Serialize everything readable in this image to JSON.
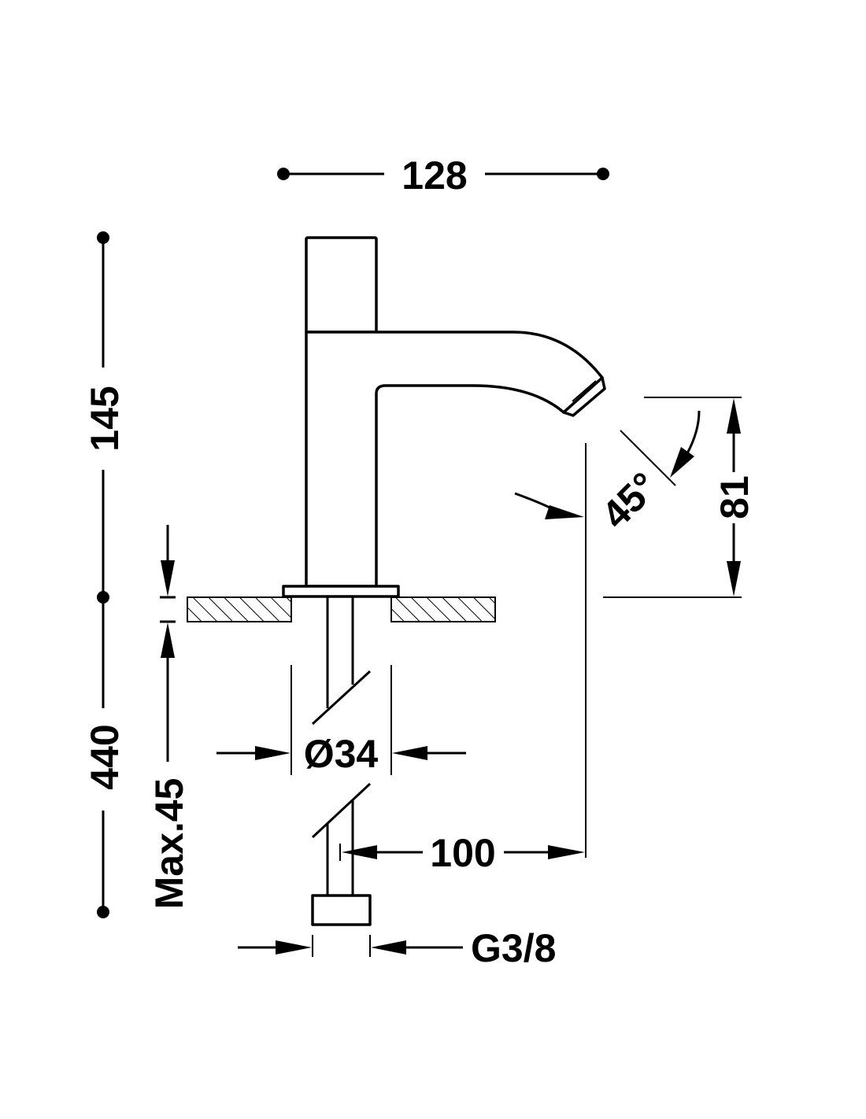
{
  "drawing": {
    "dimensions": {
      "overall_width": "128",
      "overall_height": "145",
      "pipe_length": "440",
      "max_deck_thickness": "Max.45",
      "base_diameter": "Ø34",
      "spout_reach": "100",
      "spout_height": "81",
      "spout_angle": "45°",
      "connection_thread": "G3/8"
    },
    "colors": {
      "line": "#000000",
      "background": "#ffffff"
    }
  }
}
